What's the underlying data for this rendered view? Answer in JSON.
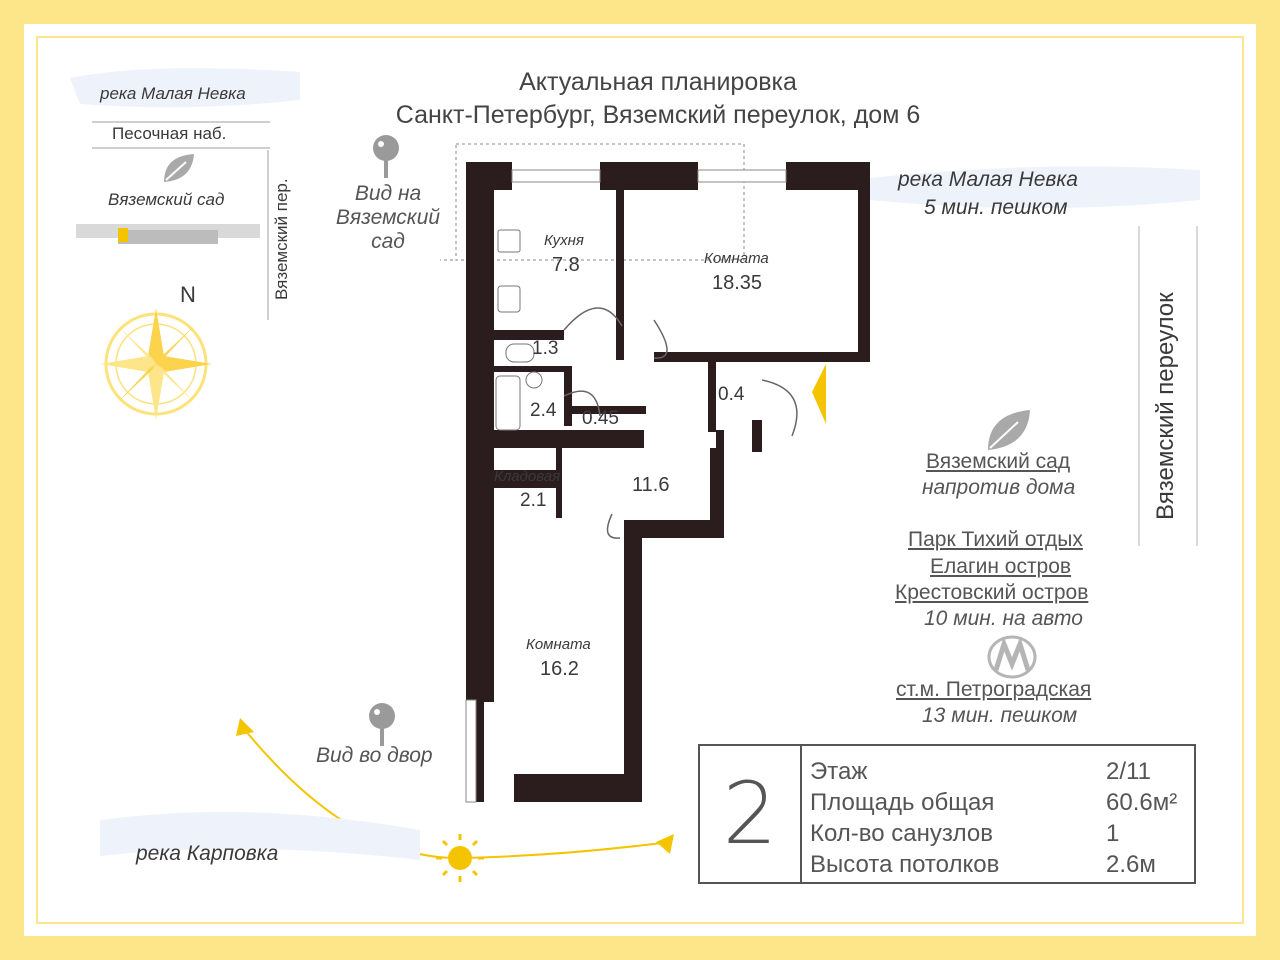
{
  "title": {
    "line1": "Актуальная планировка",
    "line2": "Санкт-Петербург, Вяземский переулок, дом 6"
  },
  "map": {
    "river_top": "река  Малая Невка",
    "embankment": "Песочная наб.",
    "garden": "Вяземский сад",
    "lane": "Вяземский пер.",
    "north": "N"
  },
  "views": {
    "garden_view": [
      "Вид на",
      "Вяземский",
      "сад"
    ],
    "yard_view": "Вид во двор"
  },
  "right_panel": {
    "river": "река  Малая Невка",
    "river_time": "5 мин. пешком",
    "lane_vertical": "Вяземский переулок",
    "garden": "Вяземский сад",
    "garden_sub": "напротив дома",
    "park": "Парк Тихий отдых",
    "island1": "Елагин остров",
    "island2": "Крестовский остров",
    "auto_time": "10 мин. на авто",
    "metro": "ст.м. Петроградская",
    "metro_time": "13 мин. пешком"
  },
  "river_bottom": "река  Карповка",
  "rooms": [
    {
      "label": "Кухня",
      "area": "7.8"
    },
    {
      "label": "Комната",
      "area": "18.35"
    },
    {
      "label": "",
      "area": "1.3"
    },
    {
      "label": "",
      "area": "2.4"
    },
    {
      "label": "",
      "area": "0.45"
    },
    {
      "label": "",
      "area": "0.4"
    },
    {
      "label": "Кладовая",
      "area": "2.1"
    },
    {
      "label": "",
      "area": "11.6"
    },
    {
      "label": "Комната",
      "area": "16.2"
    }
  ],
  "info": {
    "rooms_count": "2",
    "rows": [
      {
        "label": "Этаж",
        "value": "2/11"
      },
      {
        "label": "Площадь общая",
        "value": "60.6м²"
      },
      {
        "label": "Кол-во санузлов",
        "value": "1"
      },
      {
        "label": "Высота потолков",
        "value": "2.6м"
      }
    ]
  },
  "colors": {
    "frame": "#fde68a",
    "wall": "#2b1d1d",
    "accent": "#f5c400",
    "text": "#444444"
  }
}
